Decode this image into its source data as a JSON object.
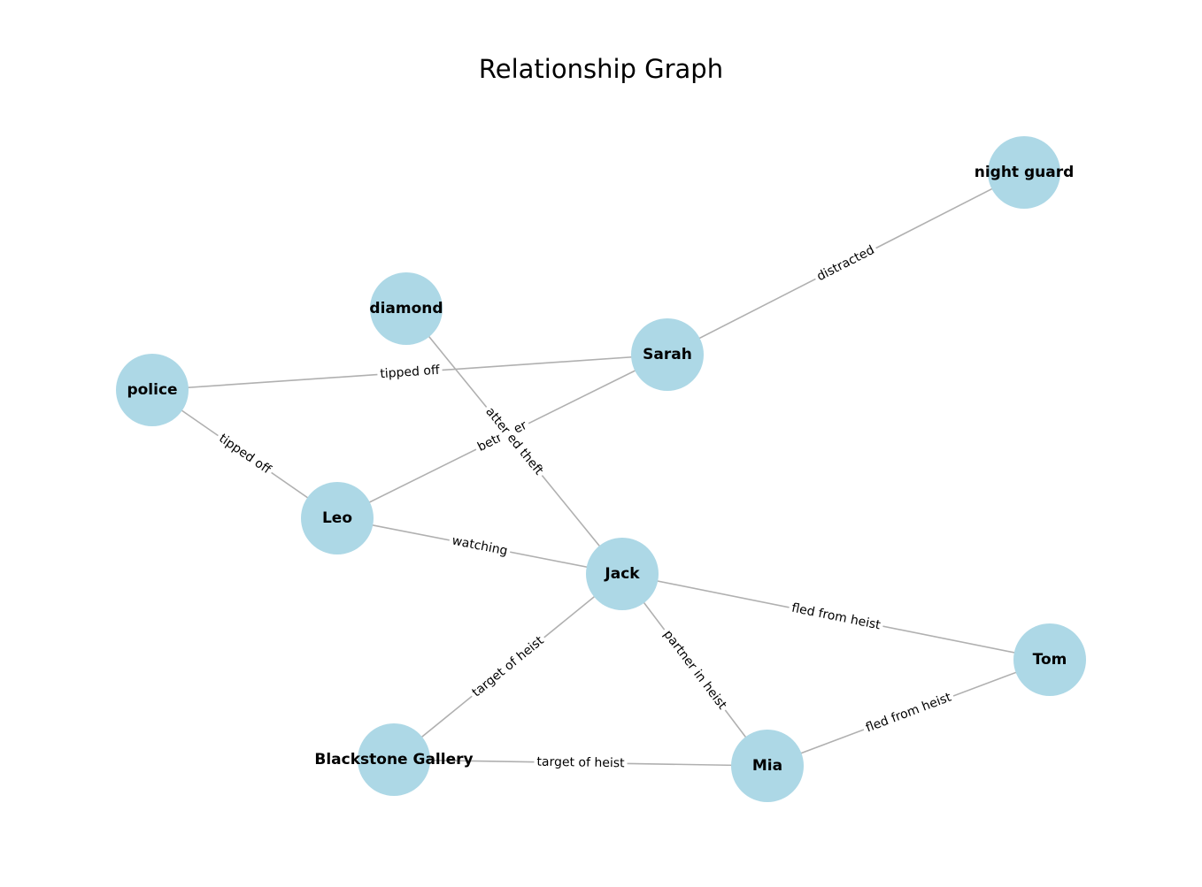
{
  "title": "Relationship Graph",
  "colors": {
    "node_fill": "#add8e6",
    "edge": "#b0b0b0",
    "text": "#000000",
    "background": "#ffffff"
  },
  "nodes": [
    {
      "id": "night-guard",
      "label": "night guard"
    },
    {
      "id": "diamond",
      "label": "diamond"
    },
    {
      "id": "sarah",
      "label": "Sarah"
    },
    {
      "id": "police",
      "label": "police"
    },
    {
      "id": "leo",
      "label": "Leo"
    },
    {
      "id": "jack",
      "label": "Jack"
    },
    {
      "id": "tom",
      "label": "Tom"
    },
    {
      "id": "blackstone-gallery",
      "label": "Blackstone Gallery"
    },
    {
      "id": "mia",
      "label": "Mia"
    }
  ],
  "edges": [
    {
      "source": "sarah",
      "target": "night-guard",
      "label": "distracted"
    },
    {
      "source": "police",
      "target": "sarah",
      "label": "tipped off"
    },
    {
      "source": "leo",
      "target": "sarah",
      "label": "betrayer"
    },
    {
      "source": "diamond",
      "target": "jack",
      "label": "atter    ed theft"
    },
    {
      "source": "police",
      "target": "leo",
      "label": "tipped off"
    },
    {
      "source": "leo",
      "target": "jack",
      "label": "watching"
    },
    {
      "source": "jack",
      "target": "tom",
      "label": "fled from heist"
    },
    {
      "source": "jack",
      "target": "blackstone-gallery",
      "label": "target of heist"
    },
    {
      "source": "jack",
      "target": "mia",
      "label": "partner in heist"
    },
    {
      "source": "blackstone-gallery",
      "target": "mia",
      "label": "target of heist"
    },
    {
      "source": "mia",
      "target": "tom",
      "label": "fled from heist"
    }
  ]
}
